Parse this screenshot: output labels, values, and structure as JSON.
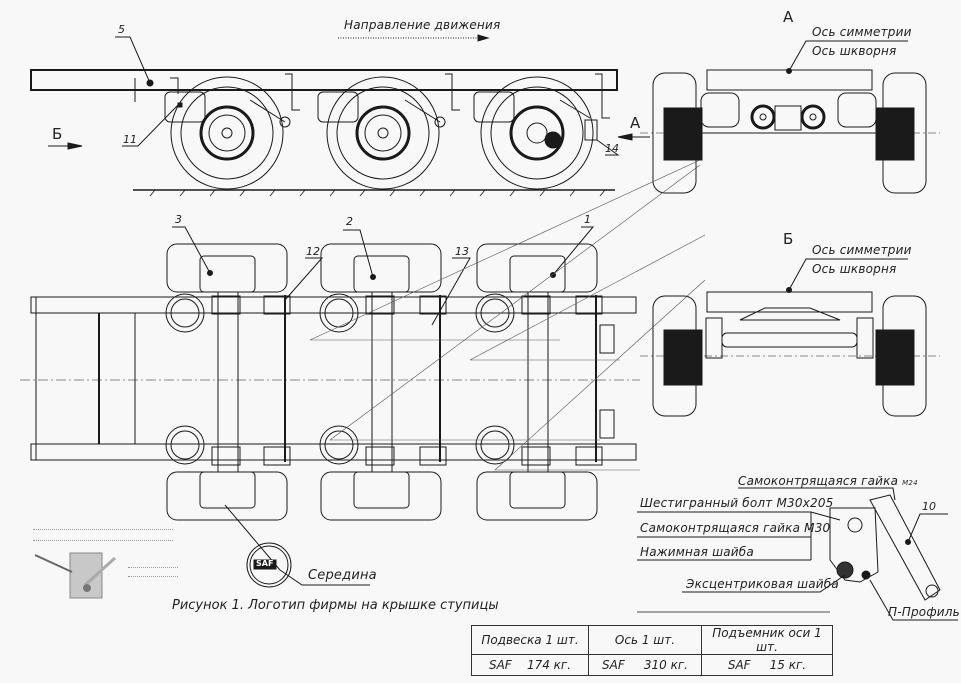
{
  "side_view": {
    "direction_label": "Направление движения",
    "view_a_arrow": "А",
    "view_b_arrow": "Б",
    "callouts": [
      "5",
      "11",
      "14"
    ]
  },
  "view_a": {
    "title": "А",
    "axis_symmetry": "Ось симметрии",
    "axis_kingpin": "Ось шкворня"
  },
  "view_b": {
    "title": "Б",
    "axis_symmetry": "Ось симметрии",
    "axis_kingpin": "Ось шкворня"
  },
  "top_view": {
    "callouts": [
      "3",
      "2",
      "1",
      "12",
      "13"
    ],
    "middle_label": "Середина",
    "hub_logo": "SAF"
  },
  "lift_detail": {
    "callout": "10",
    "labels": {
      "self_locking_nut_m24": "Самоконтрящаяся гайка",
      "m24": "M24",
      "hex_bolt": "Шестигранный болт М30х205",
      "self_locking_nut_m30": "Самоконтрящаяся гайка М30",
      "pressure_washer": "Нажимная шайба",
      "eccentric_washer": "Эксцентриковая шайба",
      "u_profile": "П-Профиль"
    }
  },
  "figure_caption": "Рисунок 1. Логотип фирмы на крышке ступицы",
  "spec_table": {
    "headers": [
      "Подвеска 1 шт.",
      "Ось 1 шт.",
      "Подъемник оси 1 шт."
    ],
    "rows": [
      [
        "SAF    174 кг.",
        "SAF     310 кг.",
        "SAF     15 кг."
      ]
    ]
  },
  "colors": {
    "line": "#1a1a1a",
    "background": "#f7f8f7"
  }
}
